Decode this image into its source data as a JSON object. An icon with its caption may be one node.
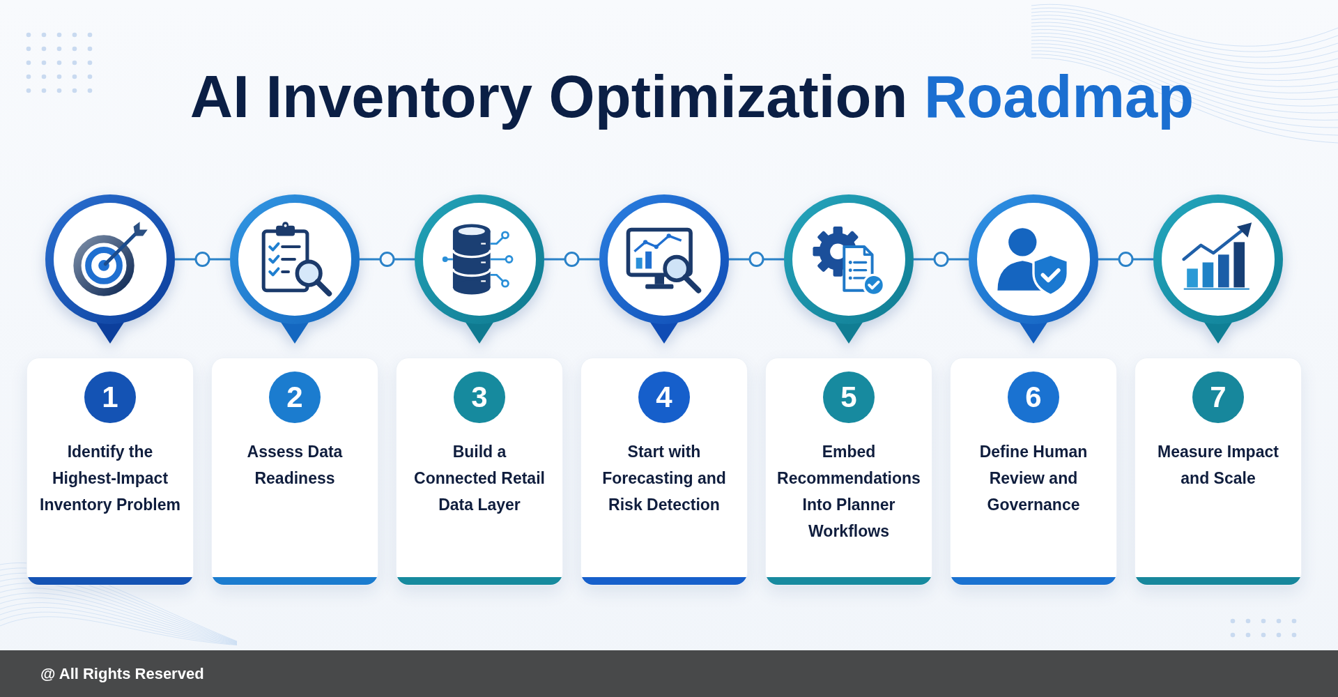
{
  "diagram": {
    "title": "AI Inventory Optimization Roadmap",
    "nodes": [
      {
        "text": [],
        "shape": "circle"
      },
      {
        "text": [],
        "shape": "circle"
      },
      {
        "text": [],
        "shape": "circle"
      },
      {
        "text": [],
        "shape": "circle"
      },
      {
        "text": [],
        "shape": "circle"
      },
      {
        "text": [],
        "shape": "circle"
      },
      {
        "text": [],
        "shape": "circle"
      },
      {
        "text": [
          "1",
          "Identify the Highest-Impact Inventory Problem"
        ]
      },
      {
        "text": [
          "2",
          "Assess Data Readiness"
        ]
      },
      {
        "text": [
          "3",
          "Build a Connected Retail Data Layer"
        ]
      },
      {
        "text": [
          "4",
          "Start with Forecasting and Risk Detection"
        ]
      },
      {
        "text": [
          "5",
          "Embed Recommendations Into Planner Workflows"
        ]
      },
      {
        "text": [
          "6",
          "Define Human Review and Governance"
        ]
      },
      {
        "text": [
          "7",
          "Measure Impact and Scale"
        ]
      }
    ],
    "edges": [
      {
        "from": 0,
        "to": 1,
        "arrow": "none"
      },
      {
        "from": 1,
        "to": 2,
        "arrow": "none"
      },
      {
        "from": 2,
        "to": 3,
        "arrow": "none"
      },
      {
        "from": 3,
        "to": 4,
        "arrow": "none"
      },
      {
        "from": 4,
        "to": 5,
        "arrow": "none"
      },
      {
        "from": 5,
        "to": 6,
        "arrow": "none"
      }
    ],
    "labels": [
      "@ All Rights Reserved"
    ]
  }
}
